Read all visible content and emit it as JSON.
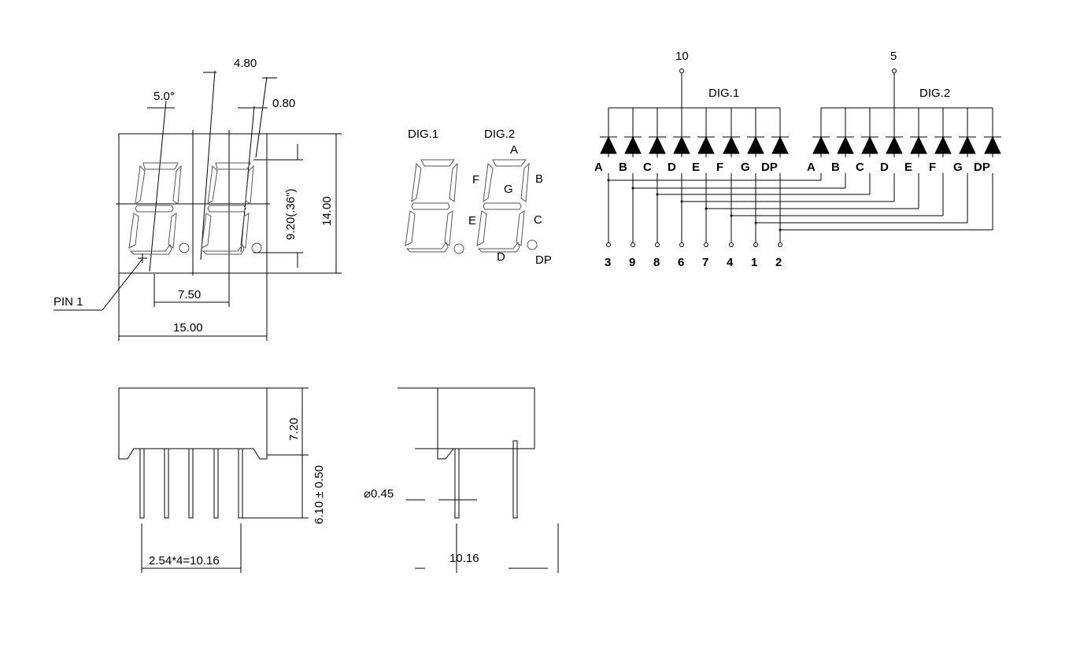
{
  "front_view": {
    "angle_label": "5.0°",
    "top_dim_label": "4.80",
    "seg_width_label": "0.80",
    "char_height_label": "9.20(.36\")",
    "height_label": "14.00",
    "pitch_label": "7.50",
    "width_label": "15.00",
    "pin1_label": "PIN 1"
  },
  "segment_diagram": {
    "dig1_label": "DIG.1",
    "dig2_label": "DIG.2",
    "segment_labels": {
      "a": "A",
      "b": "B",
      "c": "C",
      "d": "D",
      "e": "E",
      "f": "F",
      "g": "G",
      "dp": "DP"
    }
  },
  "schematic": {
    "common_pin_dig1": "10",
    "common_pin_dig2": "5",
    "dig1_label": "DIG.1",
    "dig2_label": "DIG.2",
    "dig1_segments": [
      "A",
      "B",
      "C",
      "D",
      "E",
      "F",
      "G",
      "DP"
    ],
    "dig2_segments": [
      "A",
      "B",
      "C",
      "D",
      "E",
      "F",
      "G",
      "DP"
    ],
    "pins": [
      "3",
      "9",
      "8",
      "6",
      "7",
      "4",
      "1",
      "2"
    ]
  },
  "side_view": {
    "body_height_label": "7.20",
    "pin_length_label": "6.10 ± 0.50",
    "pin_spacing_label": "2.54*4=10.16",
    "pin_diameter_label": "⌀0.45",
    "row_spacing_label": "10.16"
  }
}
